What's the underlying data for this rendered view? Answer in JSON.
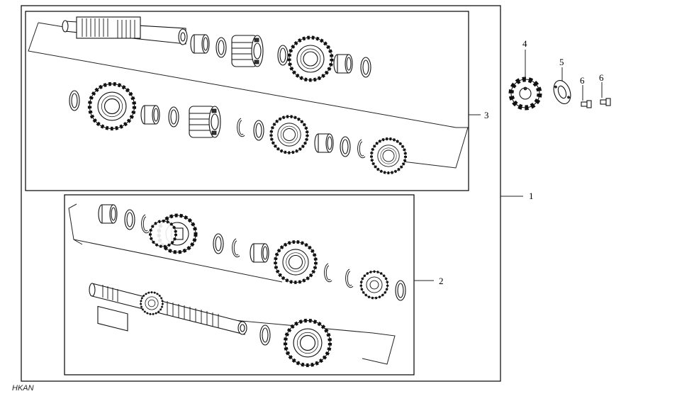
{
  "callouts": {
    "assembly": "1",
    "countershaft": "2",
    "mainshaft": "3",
    "sprocket": "4",
    "retainer_plate": "5",
    "bolt_a": "6",
    "bolt_b": "6"
  },
  "diagram_code": "HKAN"
}
